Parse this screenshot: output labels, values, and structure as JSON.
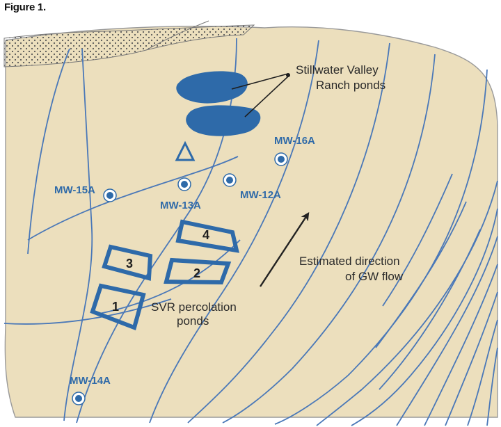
{
  "figure_title": "Figure 1.",
  "ranch_ponds_label": [
    "Stillwater Valley",
    "Ranch ponds"
  ],
  "percolation_label": [
    "SVR percolation",
    "ponds"
  ],
  "flow_label": [
    "Estimated direction",
    "of GW flow"
  ],
  "wells": [
    {
      "id": "MW-16A"
    },
    {
      "id": "MW-15A"
    },
    {
      "id": "MW-13A"
    },
    {
      "id": "MW-12A"
    },
    {
      "id": "MW-14A"
    }
  ],
  "percolation_ponds": [
    "1",
    "2",
    "3",
    "4"
  ],
  "colors": {
    "land": "#ecdfbd",
    "contour": "#4a78b8",
    "pond_fill": "#2e6aa9",
    "label_blue": "#2f6aa8",
    "text_dark": "#2a2a2a",
    "edge_line": "#8a8a8a"
  },
  "icons": [
    "triangle-marker-icon",
    "well-marker-icon",
    "flow-arrow-icon",
    "stipple-pattern"
  ]
}
